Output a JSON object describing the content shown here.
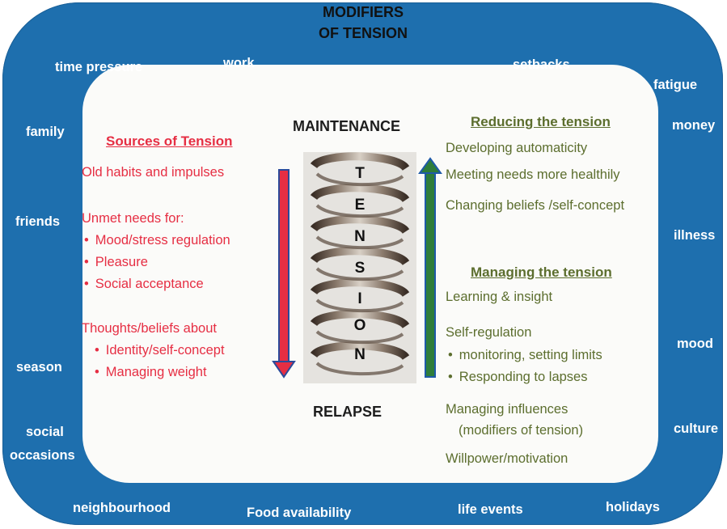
{
  "modifiers": {
    "title_line1": "MODIFIERS",
    "title_line2": "OF TENSION",
    "time_pressure": "time pressure",
    "work": "work",
    "setbacks": "setbacks",
    "fatigue": "fatigue",
    "family": "family",
    "money": "money",
    "friends": "friends",
    "illness": "illness",
    "season": "season",
    "mood": "mood",
    "social": "social",
    "occasions": "occasions",
    "culture": "culture",
    "neighbourhood": "neighbourhood",
    "food_availability": "Food availability",
    "life_events": "life events",
    "holidays": "holidays"
  },
  "center": {
    "maintenance": "MAINTENANCE",
    "relapse": "RELAPSE",
    "tension_letters": [
      "T",
      "E",
      "N",
      "S",
      "I",
      "O",
      "N"
    ]
  },
  "sources": {
    "heading": "Sources of Tension",
    "old_habits": "Old habits and impulses",
    "unmet_needs": "Unmet needs for:",
    "needs": [
      "Mood/stress regulation",
      "Pleasure",
      "Social acceptance"
    ],
    "thoughts": "Thoughts/beliefs about",
    "beliefs": [
      "Identity/self-concept",
      "Managing weight"
    ]
  },
  "reducing": {
    "heading": "Reducing the tension",
    "items": [
      "Developing automaticity",
      "Meeting needs more healthily",
      "Changing beliefs /self-concept"
    ]
  },
  "managing": {
    "heading": "Managing the tension",
    "learning": "Learning & insight",
    "self_regulation": "Self-regulation",
    "bullets": [
      "monitoring, setting limits",
      "Responding to lapses"
    ],
    "influences_line1": "Managing influences",
    "influences_line2": "(modifiers of tension)",
    "willpower": "Willpower/motivation"
  },
  "colors": {
    "frame": "#1e6fae",
    "sources": "#e62e43",
    "managing": "#5c6e2e",
    "arrow_down": "#e62e43",
    "arrow_up": "#2e7d3a"
  }
}
